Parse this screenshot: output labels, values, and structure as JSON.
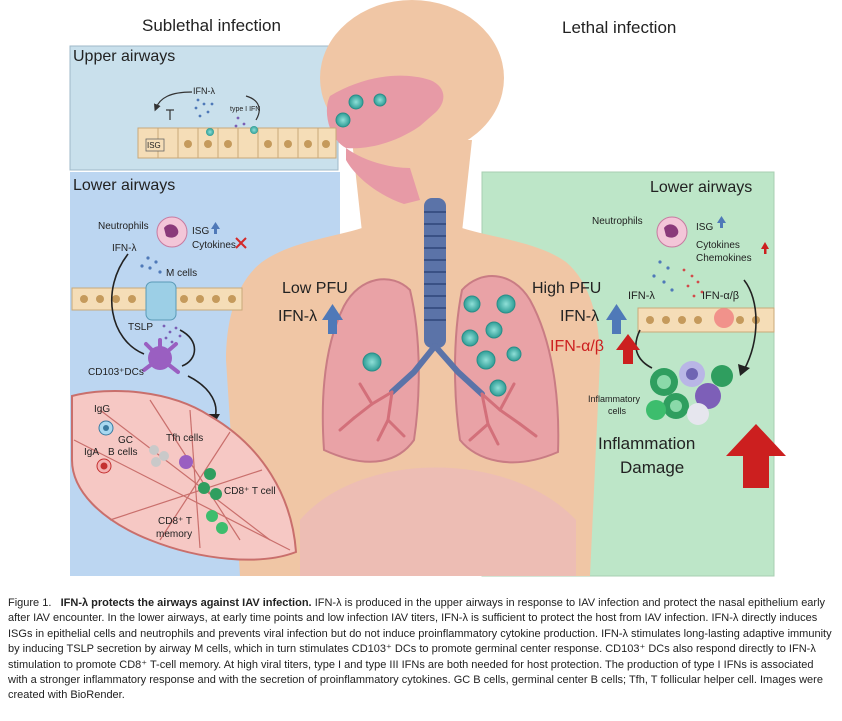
{
  "headers": {
    "sublethal": "Sublethal infection",
    "lethal": "Lethal infection"
  },
  "upper_airways": {
    "title": "Upper airways",
    "ifn_lambda": "IFN-λ",
    "type_i_ifn": "type I IFN",
    "isg": "ISG"
  },
  "lower_left": {
    "title": "Lower airways",
    "neutrophils": "Neutrophils",
    "ifn_lambda": "IFN-λ",
    "isg": "ISG",
    "cytokines": "Cytokines",
    "m_cells": "M cells",
    "tslp": "TSLP",
    "dcs": "CD103⁺DCs",
    "igg": "IgG",
    "gc": "GC",
    "tfh": "Tfh cells",
    "iga": "IgA",
    "b_cells": "B cells",
    "cd8_t_cell": "CD8⁺ T cell",
    "cd8_t_memory_1": "CD8⁺ T",
    "cd8_t_memory_2": "memory"
  },
  "center": {
    "low_pfu": "Low PFU",
    "ifn_lambda_left": "IFN-λ",
    "high_pfu": "High PFU",
    "ifn_lambda_right": "IFN-λ",
    "ifn_ab": "IFN-α/β"
  },
  "lower_right": {
    "title": "Lower airways",
    "neutrophils": "Neutrophils",
    "isg": "ISG",
    "cytokines": "Cytokines",
    "chemokines": "Chemokines",
    "ifn_lambda": "IFN-λ",
    "ifn_ab": "IFN-α/β",
    "inflammatory_cells_1": "Inflammatory",
    "inflammatory_cells_2": "cells",
    "inflammation": "Inflammation",
    "damage": "Damage"
  },
  "caption": {
    "figure_label": "Figure 1.",
    "bold_title": "IFN-λ protects the airways against IAV infection.",
    "body": "IFN-λ is produced in the upper airways in response to IAV infection and protect the nasal epithelium early after IAV encounter. In the lower airways, at early time points and low infection IAV titers, IFN-λ is sufficient to protect the host from IAV infection. IFN-λ directly induces ISGs in epithelial cells and neutrophils and prevents viral infection but do not induce proinflammatory cytokine production. IFN-λ stimulates long-lasting adaptive immunity by inducing TSLP secretion by airway M cells, which in turn stimulates CD103⁺ DCs to promote germinal center response. CD103⁺ DCs also respond directly to IFN-λ stimulation to promote CD8⁺ T-cell memory. At high viral titers, type I and type III IFNs are both needed for host protection. The production of type I IFNs is associated with a stronger inflammatory response and with the secretion of proinflammatory cytokines. GC B cells, germinal center B cells; Tfh, T follicular helper cell. Images were created with BioRender."
  },
  "colors": {
    "upper_panel": "#c9e0ec",
    "lower_left_panel": "#bcd6f1",
    "lower_right_panel": "#bde6c8",
    "skin": "#f0c6a5",
    "lung": "#e9a2a6",
    "trachea": "#5b73a8",
    "arrow_blue": "#4f79b8",
    "arrow_red": "#cc1f1f",
    "virus": "#4ab9b1"
  }
}
